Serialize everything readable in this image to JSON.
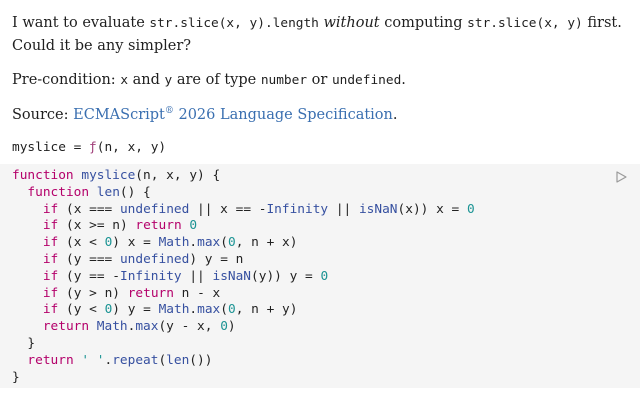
{
  "intro": {
    "part1": "I want to evaluate ",
    "code1": "str.slice(x, y).length",
    "part2": " ",
    "emph": "without",
    "part3": " computing ",
    "code2": "str.slice(x, y)",
    "part4": " first.",
    "line2": "Could it be any simpler?"
  },
  "precondition": {
    "part1": "Pre-condition: ",
    "code_x": "x",
    "part2": " and ",
    "code_y": "y",
    "part3": " are of type ",
    "code_number": "number",
    "part4": " or ",
    "code_undefined": "undefined",
    "part5": "."
  },
  "source": {
    "label": "Source: ",
    "link_main": "ECMAScript",
    "link_sup": "®",
    "link_rest": " 2026 Language Specification",
    "end": "."
  },
  "expression": {
    "lhs": "myslice = ",
    "fn": "ƒ",
    "args": "(n, x, y)"
  },
  "cell": {
    "run_icon": "run-triangle-icon",
    "code_lines": [
      "function myslice(n, x, y) {",
      "  function len() {",
      "    if (x === undefined || x == -Infinity || isNaN(x)) x = 0",
      "    if (x >= n) return 0",
      "    if (x < 0) x = Math.max(0, n + x)",
      "    if (y === undefined) y = n",
      "    if (y == -Infinity || isNaN(y)) y = 0",
      "    if (y > n) return n - x",
      "    if (y < 0) y = Math.max(0, n + y)",
      "    return Math.max(y - x, 0)",
      "  }",
      "  return ' '.repeat(len())",
      "}"
    ]
  }
}
